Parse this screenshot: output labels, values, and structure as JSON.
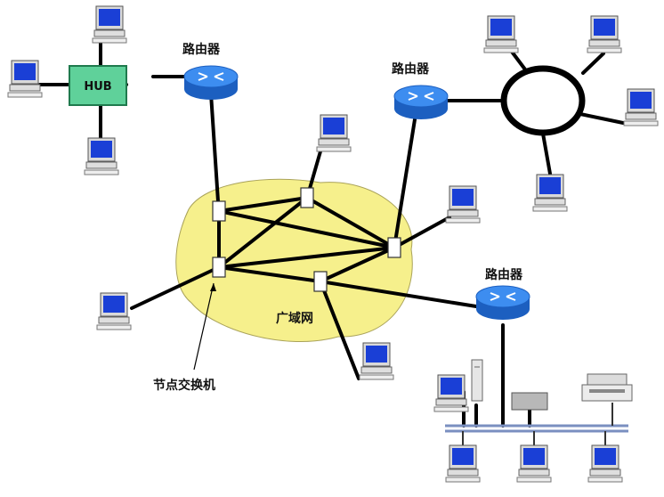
{
  "labels": {
    "hub": "HUB",
    "router_left": "路由器",
    "router_mid": "路由器",
    "router_right": "路由器",
    "wan": "广域网",
    "switch_node": "节点交换机"
  },
  "colors": {
    "wan_fill": "#f6f08c",
    "hub_fill": "#5fd19a",
    "router_blue": "#2a7be0",
    "screen_blue": "#1a3fd6",
    "line": "#000000"
  },
  "icons": [
    "computer-icon",
    "router-icon",
    "hub-icon",
    "printer-icon",
    "switch-node-icon",
    "server-tower-icon",
    "lan-switch-icon"
  ]
}
